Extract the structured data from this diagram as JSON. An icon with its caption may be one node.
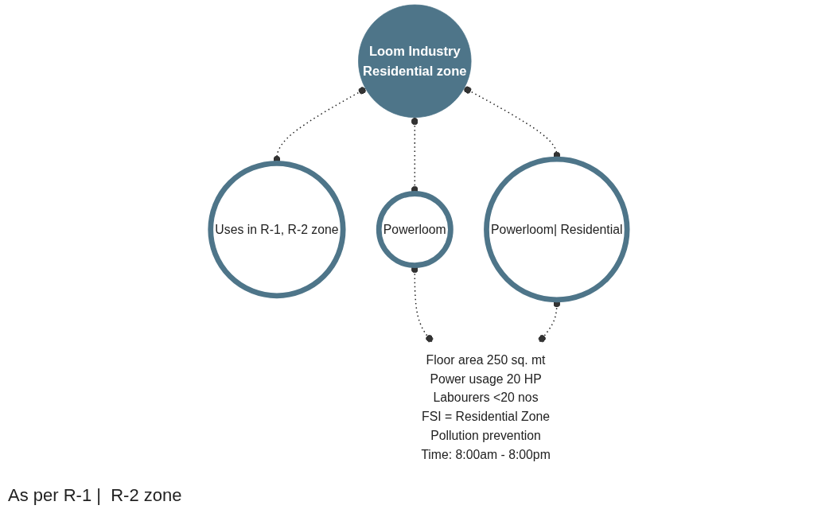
{
  "diagram": {
    "nodes": [
      {
        "text": [
          "Loom Industry",
          "Residential zone"
        ]
      },
      {
        "text": [
          "Uses in R-1, R-2 zone"
        ]
      },
      {
        "text": [
          "Powerloom"
        ]
      },
      {
        "text": [
          "Powerloom| Residential"
        ]
      },
      {
        "text": [
          "Floor area 250 sq. mt",
          "Power usage 20 HP",
          "Labourers <20 nos",
          "FSI = Residential Zone",
          "Pollution prevention",
          "Time: 8:00am - 8:00pm"
        ]
      }
    ],
    "edges": [
      {
        "from": 0,
        "to": 1,
        "arrow": "other",
        "style": "dashed"
      },
      {
        "from": 0,
        "to": 2,
        "arrow": "other",
        "style": "dashed"
      },
      {
        "from": 0,
        "to": 3,
        "arrow": "other",
        "style": "dashed"
      },
      {
        "from": 2,
        "to": 4,
        "arrow": "other",
        "style": "dashed"
      },
      {
        "from": 3,
        "to": 4,
        "arrow": "other",
        "style": "dashed"
      }
    ],
    "labels": [
      "As per R-1 |  R-2 zone"
    ]
  }
}
